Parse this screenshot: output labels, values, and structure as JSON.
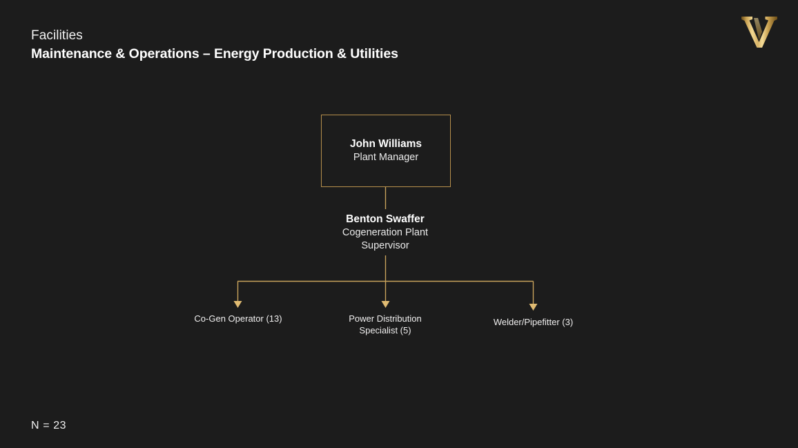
{
  "header": {
    "eyebrow": "Facilities",
    "headline": "Maintenance & Operations – Energy Production & Utilities"
  },
  "logo": {
    "name": "vanderbilt-v-logo",
    "letter": "V",
    "gold_light": "#f0d089",
    "gold_mid": "#c9a14f",
    "gold_dark": "#7a5a1e"
  },
  "theme": {
    "background": "#1c1c1c",
    "accent_gold": "#b8904c",
    "connector_gold": "#c9a45c",
    "text_primary": "#ffffff",
    "text_secondary": "#ebebeb"
  },
  "chart_data": {
    "type": "org-chart",
    "title": "Maintenance & Operations – Energy Production & Utilities",
    "total_label": "N = 23",
    "total": 23,
    "nodes": [
      {
        "id": "plant-manager",
        "level": 0,
        "name": "John Williams",
        "title": "Plant Manager",
        "boxed": true,
        "count": null
      },
      {
        "id": "cogen-supervisor",
        "level": 1,
        "name": "Benton Swaffer",
        "title": "Cogeneration Plant Supervisor",
        "title_line1": "Cogeneration Plant",
        "title_line2": "Supervisor",
        "boxed": false,
        "count": null
      },
      {
        "id": "cogen-operator",
        "level": 2,
        "name": "Co-Gen Operator (13)",
        "role": "Co-Gen Operator",
        "count": 13,
        "boxed": false
      },
      {
        "id": "power-distribution-specialist",
        "level": 2,
        "name": "Power Distribution Specialist (5)",
        "role": "Power Distribution Specialist",
        "line1": "Power Distribution",
        "line2": "Specialist (5)",
        "count": 5,
        "boxed": false
      },
      {
        "id": "welder-pipefitter",
        "level": 2,
        "name": "Welder/Pipefitter (3)",
        "role": "Welder/Pipefitter",
        "count": 3,
        "boxed": false
      }
    ],
    "edges": [
      {
        "from": "plant-manager",
        "to": "cogen-supervisor",
        "arrow": false
      },
      {
        "from": "cogen-supervisor",
        "to": "cogen-operator",
        "arrow": true
      },
      {
        "from": "cogen-supervisor",
        "to": "power-distribution-specialist",
        "arrow": true
      },
      {
        "from": "cogen-supervisor",
        "to": "welder-pipefitter",
        "arrow": true
      }
    ]
  },
  "footer": {
    "total_label": "N = 23"
  }
}
